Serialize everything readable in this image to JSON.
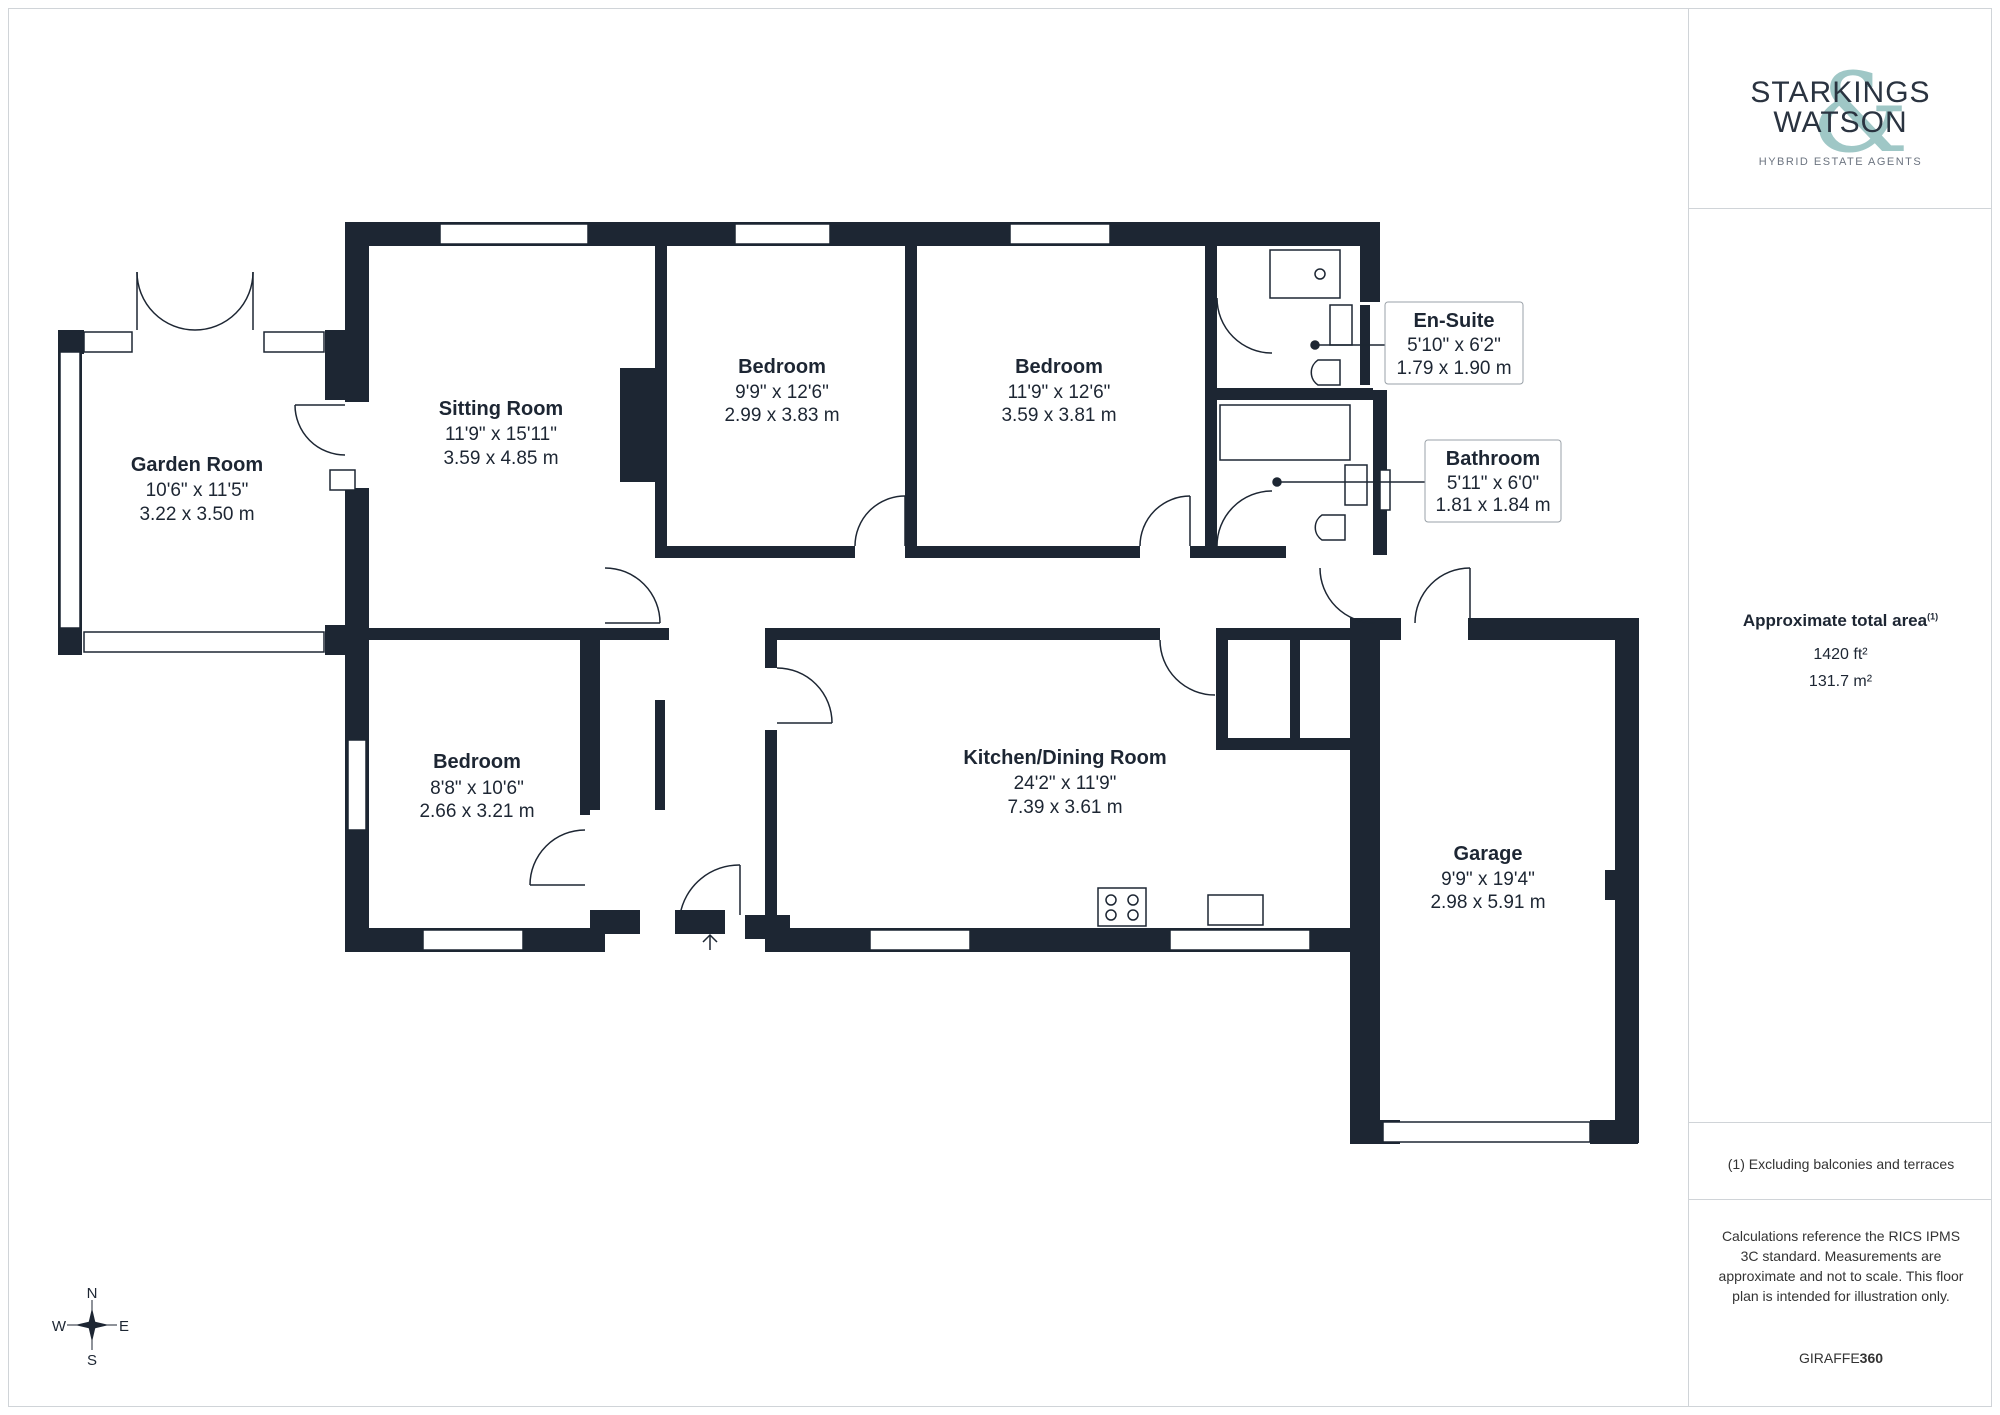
{
  "brand": {
    "logo_line1": "STARKINGS",
    "logo_line2": "WATSON",
    "logo_ampersand": "&",
    "tagline": "HYBRID ESTATE AGENTS",
    "footer_brand": "GIRAFFE",
    "footer_brand_bold": "360",
    "accent_color": "#7fb5b3",
    "wall_color": "#1d2633"
  },
  "area": {
    "label": "Approximate total area",
    "footnote_marker": "(1)",
    "sqft": "1420 ft²",
    "sqm": "131.7 m²"
  },
  "notes": {
    "exclusion": "(1) Excluding balconies and terraces",
    "disclaimer": "Calculations reference the RICS IPMS 3C standard. Measurements are approximate and not to scale. This floor plan is intended for illustration only."
  },
  "compass": {
    "n": "N",
    "s": "S",
    "e": "E",
    "w": "W"
  },
  "rooms": {
    "garden_room": {
      "name": "Garden Room",
      "imperial": "10'6\" x 11'5\"",
      "metric": "3.22 x 3.50 m"
    },
    "sitting_room": {
      "name": "Sitting Room",
      "imperial": "11'9\" x 15'11\"",
      "metric": "3.59 x 4.85 m"
    },
    "bedroom_1": {
      "name": "Bedroom",
      "imperial": "9'9\" x 12'6\"",
      "metric": "2.99 x 3.83 m"
    },
    "bedroom_2": {
      "name": "Bedroom",
      "imperial": "11'9\" x 12'6\"",
      "metric": "3.59 x 3.81 m"
    },
    "en_suite": {
      "name": "En-Suite",
      "imperial": "5'10\" x 6'2\"",
      "metric": "1.79 x 1.90 m"
    },
    "bathroom": {
      "name": "Bathroom",
      "imperial": "5'11\" x 6'0\"",
      "metric": "1.81 x 1.84 m"
    },
    "bedroom_3": {
      "name": "Bedroom",
      "imperial": "8'8\" x 10'6\"",
      "metric": "2.66 x 3.21 m"
    },
    "kitchen": {
      "name": "Kitchen/Dining Room",
      "imperial": "24'2\" x 11'9\"",
      "metric": "7.39 x 3.61 m"
    },
    "garage": {
      "name": "Garage",
      "imperial": "9'9\" x 19'4\"",
      "metric": "2.98 x 5.91 m"
    }
  }
}
